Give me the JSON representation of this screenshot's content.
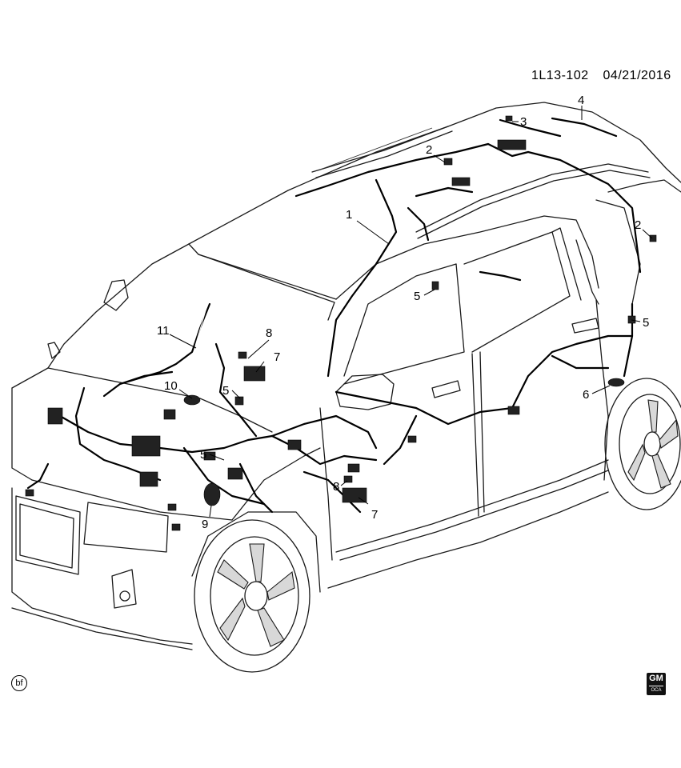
{
  "header": {
    "ref_code": "1L13-102",
    "date": "04/21/2016"
  },
  "callouts": [
    {
      "id": "c1",
      "label": "1"
    },
    {
      "id": "c2a",
      "label": "2"
    },
    {
      "id": "c2b",
      "label": "2"
    },
    {
      "id": "c3",
      "label": "3"
    },
    {
      "id": "c4",
      "label": "4"
    },
    {
      "id": "c5a",
      "label": "5"
    },
    {
      "id": "c5b",
      "label": "5"
    },
    {
      "id": "c5c",
      "label": "5"
    },
    {
      "id": "c5d",
      "label": "5"
    },
    {
      "id": "c6",
      "label": "6"
    },
    {
      "id": "c7a",
      "label": "7"
    },
    {
      "id": "c7b",
      "label": "7"
    },
    {
      "id": "c8a",
      "label": "8"
    },
    {
      "id": "c8b",
      "label": "8"
    },
    {
      "id": "c9",
      "label": "9"
    },
    {
      "id": "c10",
      "label": "10"
    },
    {
      "id": "c11",
      "label": "11"
    }
  ],
  "footer": {
    "view_mark": "bf",
    "logo_text": "GM",
    "logo_sub": "OCA"
  },
  "colors": {
    "ink": "#000000",
    "paper": "#ffffff"
  }
}
